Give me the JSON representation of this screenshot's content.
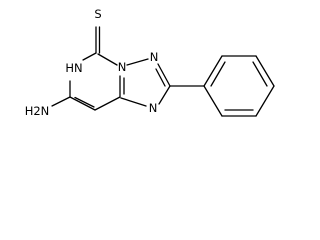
{
  "atoms": {
    "thione_sulfur": "S",
    "ring_nh": "HN",
    "bridgehead_n": "N",
    "triazole_n_top": "N",
    "triazole_n_bottom": "N",
    "amino_group": "H2N"
  },
  "colors": {
    "bond": "#000000",
    "label": "#000000",
    "background": "#ffffff"
  }
}
